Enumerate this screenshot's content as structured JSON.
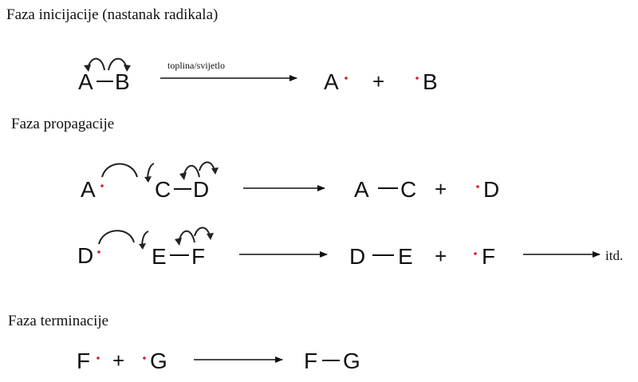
{
  "headings": {
    "initiation": "Faza inicijacije (nastanak radikala)",
    "propagation": "Faza propagacije",
    "termination": "Faza terminacije"
  },
  "initiation": {
    "reactant_left": "A",
    "reactant_right": "B",
    "condition": "toplina/svijetlo",
    "product_left": "A",
    "product_right": "B",
    "plus": "+"
  },
  "propagation": {
    "step1": {
      "radical": "A",
      "mol_left": "C",
      "mol_right": "D",
      "prod_left": "A",
      "prod_right": "C",
      "plus": "+",
      "radical_out": "D"
    },
    "step2": {
      "radical": "D",
      "mol_left": "E",
      "mol_right": "F",
      "prod_left": "D",
      "prod_right": "E",
      "plus": "+",
      "radical_out": "F",
      "continuation": "itd."
    }
  },
  "termination": {
    "left": "F",
    "plus": "+",
    "right": "G",
    "prod_left": "F",
    "prod_right": "G"
  },
  "colors": {
    "radical_dot": "#d42020",
    "ink": "#111111"
  }
}
